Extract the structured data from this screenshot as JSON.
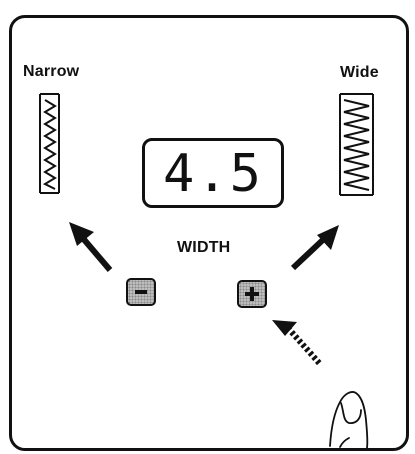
{
  "labels": {
    "narrow": "Narrow",
    "wide": "Wide",
    "width": "WIDTH"
  },
  "display": {
    "value": "4.5"
  },
  "buttons": {
    "decrease": "minus-icon",
    "increase": "plus-icon"
  },
  "colors": {
    "ink": "#111111",
    "button_fill": "#bdbdbd"
  }
}
